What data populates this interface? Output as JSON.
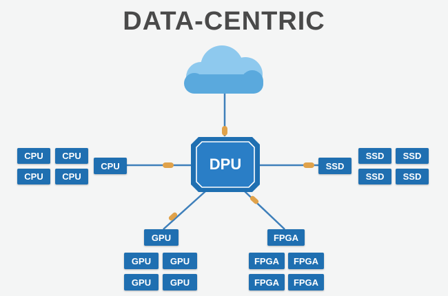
{
  "title": "DATA-CENTRIC",
  "colors": {
    "chip": "#1f6fb1",
    "wire": "#3e7fba",
    "connector": "#e0a24a",
    "cloud_light": "#8ec9ee",
    "cloud_dark": "#5aa9dd",
    "title": "#4a4a4a",
    "background": "#f4f5f5"
  },
  "icons": {
    "cloud": "cloud-icon",
    "processor": "processor-chip-icon"
  },
  "center": {
    "label": "DPU"
  },
  "cpu": {
    "hub": "CPU",
    "grid": [
      "CPU",
      "CPU",
      "CPU",
      "CPU"
    ]
  },
  "ssd": {
    "hub": "SSD",
    "grid": [
      "SSD",
      "SSD",
      "SSD",
      "SSD"
    ]
  },
  "gpu": {
    "hub": "GPU",
    "grid": [
      "GPU",
      "GPU",
      "GPU",
      "GPU"
    ]
  },
  "fpga": {
    "hub": "FPGA",
    "grid": [
      "FPGA",
      "FPGA",
      "FPGA",
      "FPGA"
    ]
  }
}
